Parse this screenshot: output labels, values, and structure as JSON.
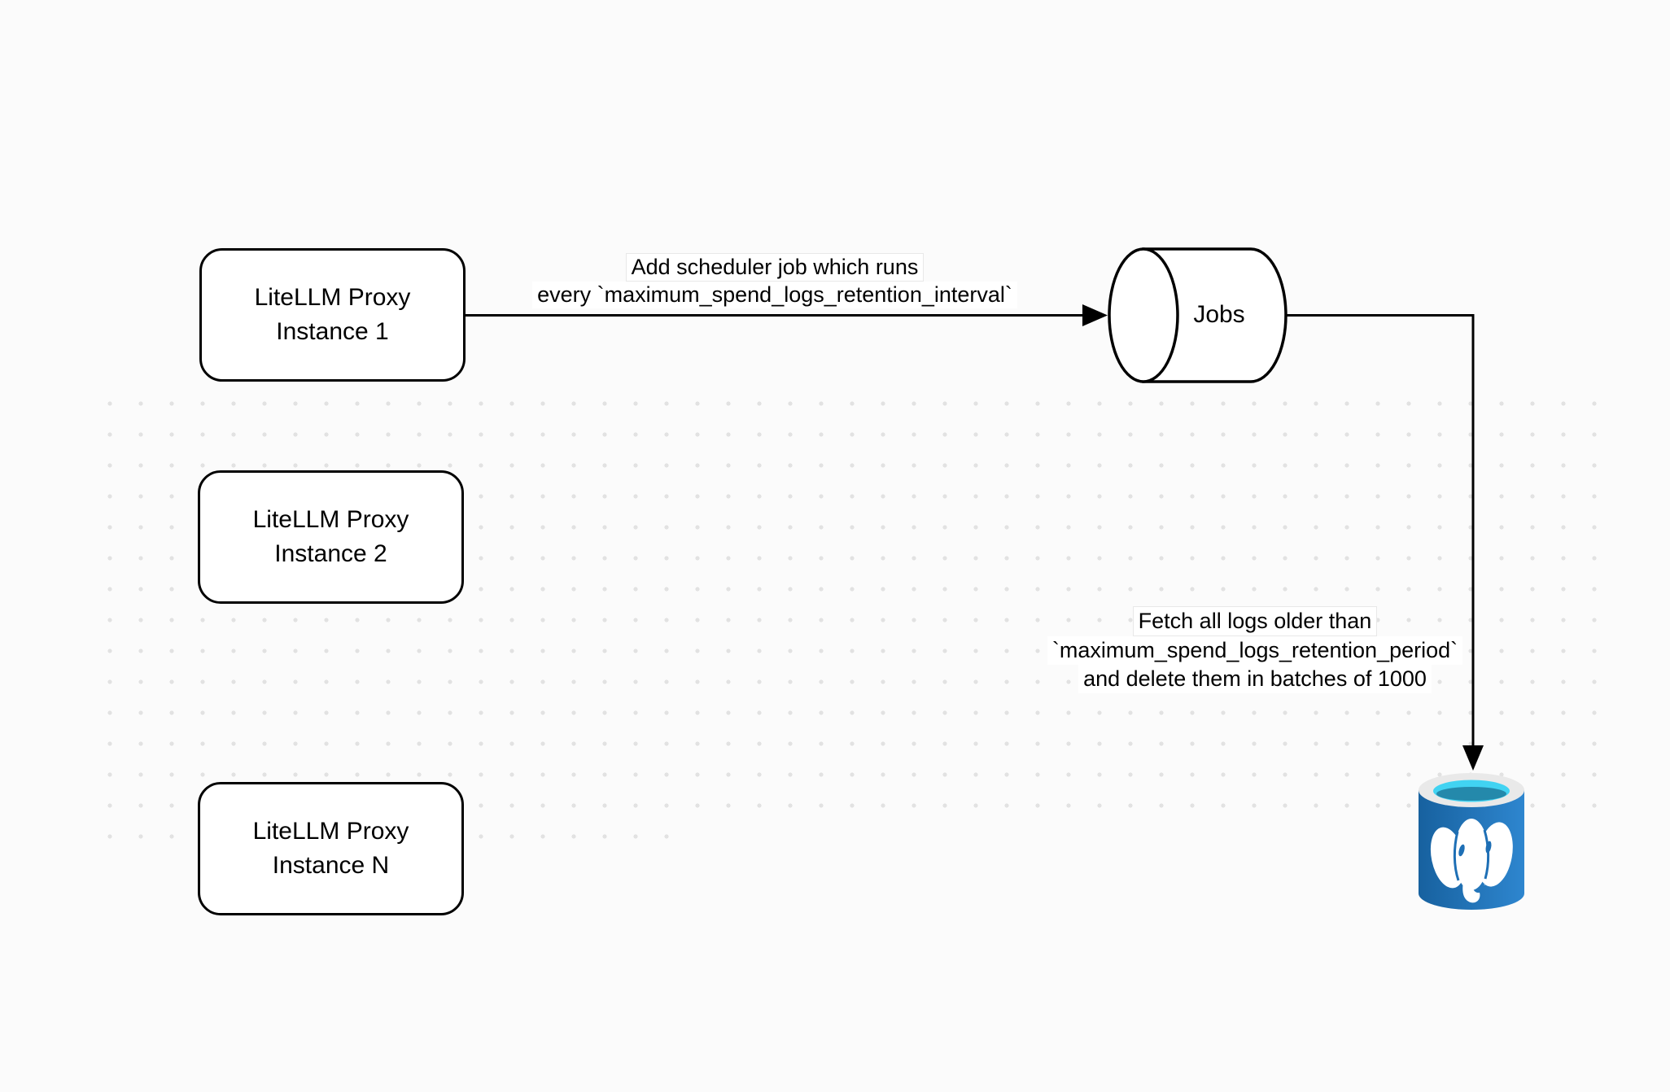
{
  "nodes": {
    "instance1": {
      "line1": "LiteLLM Proxy",
      "line2": "Instance 1"
    },
    "instance2": {
      "line1": "LiteLLM Proxy",
      "line2": "Instance 2"
    },
    "instanceN": {
      "line1": "LiteLLM Proxy",
      "line2": "Instance N"
    },
    "jobs": {
      "label": "Jobs"
    },
    "postgres": {
      "icon": "azure-postgresql-database-icon"
    }
  },
  "edges": {
    "add_job": {
      "line1": "Add scheduler job which runs",
      "line2": "every `maximum_spend_logs_retention_interval`"
    },
    "cleanup": {
      "line1": "Fetch all logs older than",
      "line2": "`maximum_spend_logs_retention_period`",
      "line3": "and delete them in batches of 1000"
    }
  },
  "colors": {
    "background": "#fbfbfb",
    "dot": "#e2e2e2",
    "stroke": "#000000",
    "node_fill": "#ffffff",
    "postgres_body_dark": "#17619f",
    "postgres_body_light": "#2e86cf",
    "postgres_body": "#1e6fb5",
    "postgres_rim": "#e9e9e9",
    "postgres_opening": "#41d3f2",
    "postgres_opening_shadow": "#2489ab",
    "elephant": "#ffffff"
  }
}
